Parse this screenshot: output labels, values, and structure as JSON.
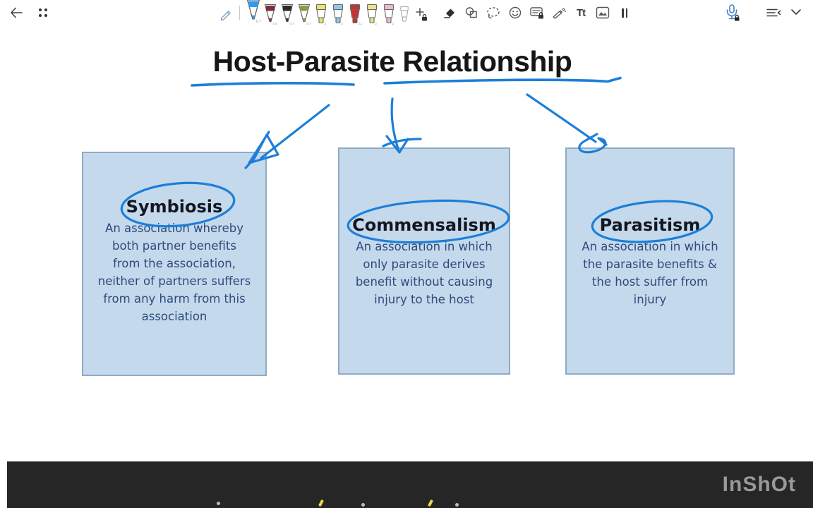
{
  "toolbar": {
    "pens": [
      {
        "name": "pen-blue",
        "type": "fineliner",
        "color": "#2f9bf0",
        "size": "0.7",
        "selected": true
      },
      {
        "name": "pen-dark-red",
        "type": "fineliner",
        "color": "#7e2c3c",
        "size": "0.5",
        "selected": false
      },
      {
        "name": "pen-black",
        "type": "fineliner",
        "color": "#2b2b2b",
        "size": "0.7",
        "selected": false
      },
      {
        "name": "pen-olive",
        "type": "fineliner",
        "color": "#8f9a45",
        "size": "0.7",
        "selected": false
      },
      {
        "name": "marker-yellow",
        "type": "marker",
        "color": "#ece46d",
        "size": "2",
        "full": false
      },
      {
        "name": "marker-light-blue",
        "type": "marker",
        "color": "#8dc9ea",
        "size": "2",
        "full": false
      },
      {
        "name": "marker-red",
        "type": "marker",
        "color": "#c43434",
        "size": "2.2",
        "full": true
      },
      {
        "name": "marker-pale-yellow",
        "type": "marker",
        "color": "#e9e48b",
        "size": "2",
        "full": false
      },
      {
        "name": "marker-pink",
        "type": "marker",
        "color": "#f0bac9",
        "size": "2",
        "full": false
      },
      {
        "name": "marker-new-ghost",
        "type": "ghost",
        "color": "#ffffff",
        "size": "",
        "full": false
      }
    ],
    "text_tool_label": "Tt",
    "mic_color": "#4181c4"
  },
  "canvas": {
    "title": "Host-Parasite Relationship",
    "ink_color": "#1c7fd9",
    "box_fill": "#c5d9ec",
    "box_border": "#8fabc4",
    "boxes": [
      {
        "title": "Symbiosis",
        "description": "An association whereby\nboth partner benefits\nfrom the association,\nneither of partners suffers\nfrom any harm from this\nassociation"
      },
      {
        "title": "Commensalism",
        "description": "An association in which\nonly parasite derives\nbenefit without causing\ninjury to the host"
      },
      {
        "title": "Parasitism",
        "description": "An association in which\nthe parasite benefits &\nthe host suffer from\ninjury"
      }
    ]
  },
  "footer": {
    "watermark": "InShOt"
  }
}
